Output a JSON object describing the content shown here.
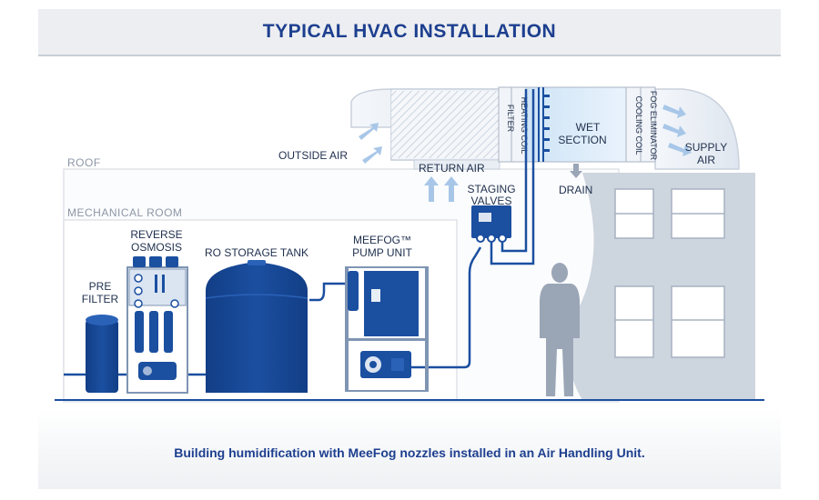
{
  "title": "TYPICAL HVAC INSTALLATION",
  "caption": "Building humidification with MeeFog nozzles installed in an Air Handling Unit.",
  "zones": {
    "roof": "ROOF",
    "mechanical_room": "MECHANICAL ROOM"
  },
  "labels": {
    "outside_air": "OUTSIDE AIR",
    "return_air": "RETURN AIR",
    "filter": "FILTER",
    "heating_coil": "HEATING COIL",
    "wet_section_1": "WET",
    "wet_section_2": "SECTION",
    "cooling_coil": "COOLING COIL",
    "fog_eliminator": "FOG ELIMINATOR",
    "supply_air_1": "SUPPLY",
    "supply_air_2": "AIR",
    "drain": "DRAIN",
    "staging_valves_1": "STAGING",
    "staging_valves_2": "VALVES",
    "reverse_osmosis_1": "REVERSE",
    "reverse_osmosis_2": "OSMOSIS",
    "pre_filter_1": "PRE",
    "pre_filter_2": "FILTER",
    "ro_storage_tank": "RO STORAGE TANK",
    "pump_unit_1": "MEEFOG™",
    "pump_unit_2": "PUMP UNIT"
  },
  "colors": {
    "equipment_blue": "#1b4fa0",
    "title_blue": "#1d3f8f",
    "duct_light": "#dde5ef",
    "building_grey": "#cdd5df"
  }
}
